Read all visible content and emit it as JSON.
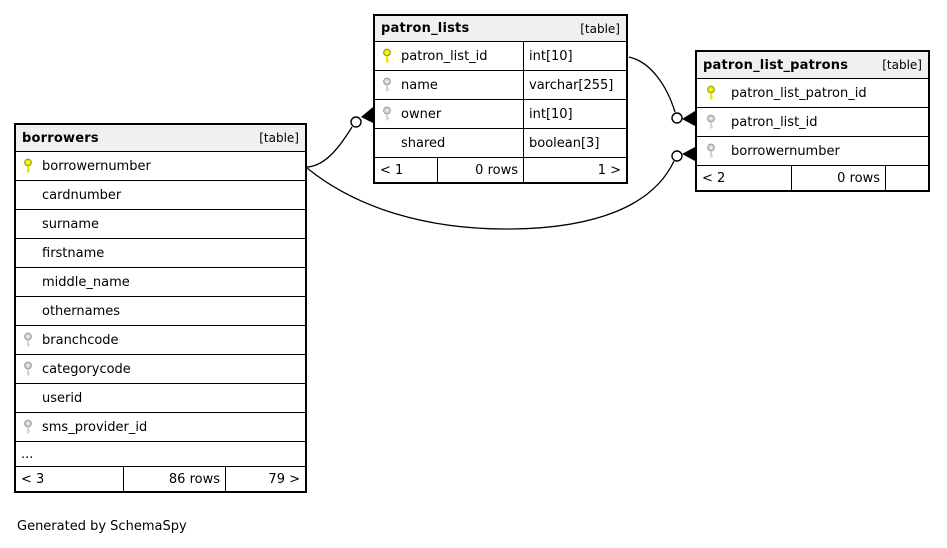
{
  "diagram": {
    "footer_note": "Generated by SchemaSpy"
  },
  "colors": {
    "background": "#ffffff",
    "header_bg": "#f0f0f0",
    "border": "#000000",
    "primary_key_icon": "#e8e800",
    "index_key_icon": "#cccccc"
  },
  "tables": [
    {
      "name": "borrowers",
      "badge": "[table]",
      "columns": [
        {
          "name": "borrowernumber",
          "key": "primary"
        },
        {
          "name": "cardnumber",
          "key": "none"
        },
        {
          "name": "surname",
          "key": "none"
        },
        {
          "name": "firstname",
          "key": "none"
        },
        {
          "name": "middle_name",
          "key": "none"
        },
        {
          "name": "othernames",
          "key": "none"
        },
        {
          "name": "branchcode",
          "key": "index"
        },
        {
          "name": "categorycode",
          "key": "index"
        },
        {
          "name": "userid",
          "key": "none"
        },
        {
          "name": "sms_provider_id",
          "key": "index"
        }
      ],
      "ellipsis": "...",
      "footer": {
        "left": "< 3",
        "center": "86 rows",
        "right": "79 >"
      }
    },
    {
      "name": "patron_lists",
      "badge": "[table]",
      "columns": [
        {
          "name": "patron_list_id",
          "type": "int[10]",
          "key": "primary"
        },
        {
          "name": "name",
          "type": "varchar[255]",
          "key": "index"
        },
        {
          "name": "owner",
          "type": "int[10]",
          "key": "index"
        },
        {
          "name": "shared",
          "type": "boolean[3]",
          "key": "none"
        }
      ],
      "footer": {
        "left": "< 1",
        "center": "0 rows",
        "right": "1 >"
      }
    },
    {
      "name": "patron_list_patrons",
      "badge": "[table]",
      "columns": [
        {
          "name": "patron_list_patron_id",
          "key": "primary"
        },
        {
          "name": "patron_list_id",
          "key": "index"
        },
        {
          "name": "borrowernumber",
          "key": "index"
        }
      ],
      "footer": {
        "left": "< 2",
        "center": "0 rows",
        "right": ""
      }
    }
  ],
  "relationships": [
    {
      "from": "borrowers.borrowernumber",
      "to": "patron_lists.owner"
    },
    {
      "from": "borrowers.borrowernumber",
      "to": "patron_list_patrons.borrowernumber"
    },
    {
      "from": "patron_lists.patron_list_id",
      "to": "patron_list_patrons.patron_list_id"
    }
  ]
}
